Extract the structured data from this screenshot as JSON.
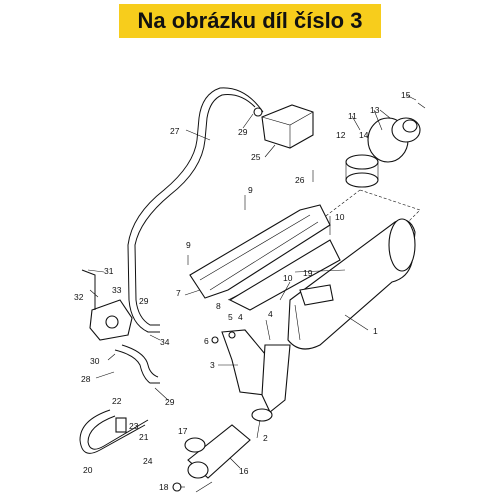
{
  "banner": {
    "text": "Na obrázku díl číslo 3"
  },
  "colors": {
    "banner_bg": "#f7cd1c",
    "line": "#111111"
  },
  "callouts": {
    "n1": "1",
    "n2": "2",
    "n3": "3",
    "n4a": "4",
    "n4b": "4",
    "n5": "5",
    "n6": "6",
    "n7": "7",
    "n8": "8",
    "n9a": "9",
    "n9b": "9",
    "n10a": "10",
    "n10b": "10",
    "n11": "11",
    "n12": "12",
    "n13": "13",
    "n14": "14",
    "n15": "15",
    "n16": "16",
    "n17": "17",
    "n18": "18",
    "n19": "19",
    "n20": "20",
    "n21": "21",
    "n22": "22",
    "n23": "23",
    "n24": "24",
    "n25": "25",
    "n26": "26",
    "n27": "27",
    "n28": "28",
    "n29a": "29",
    "n29b": "29",
    "n29c": "29",
    "n30": "30",
    "n31": "31",
    "n32": "32",
    "n33": "33",
    "n34": "34"
  }
}
